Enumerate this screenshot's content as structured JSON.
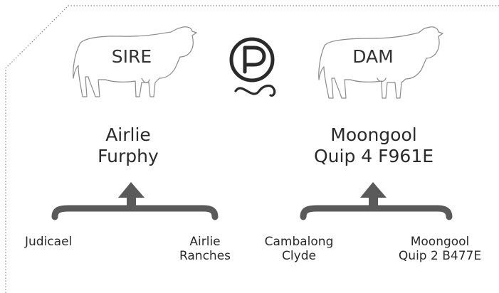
{
  "colors": {
    "ink": "#2a2a2a",
    "bracket": "#5a5a5a",
    "cow_outline": "#8a8a8a",
    "border": "#8a8a8a"
  },
  "logo": {
    "icon": "poll-p-icon",
    "letter": "P"
  },
  "sire": {
    "label": "SIRE",
    "name_line1": "Airlie",
    "name_line2": "Furphy",
    "parents": [
      {
        "line1": "Judicael",
        "line2": ""
      },
      {
        "line1": "Airlie",
        "line2": "Ranches"
      }
    ]
  },
  "dam": {
    "label": "DAM",
    "name_line1": "Moongool",
    "name_line2": "Quip 4 F961E",
    "parents": [
      {
        "line1": "Cambalong",
        "line2": "Clyde"
      },
      {
        "line1": "Moongool",
        "line2": "Quip 2 B477E"
      }
    ]
  }
}
